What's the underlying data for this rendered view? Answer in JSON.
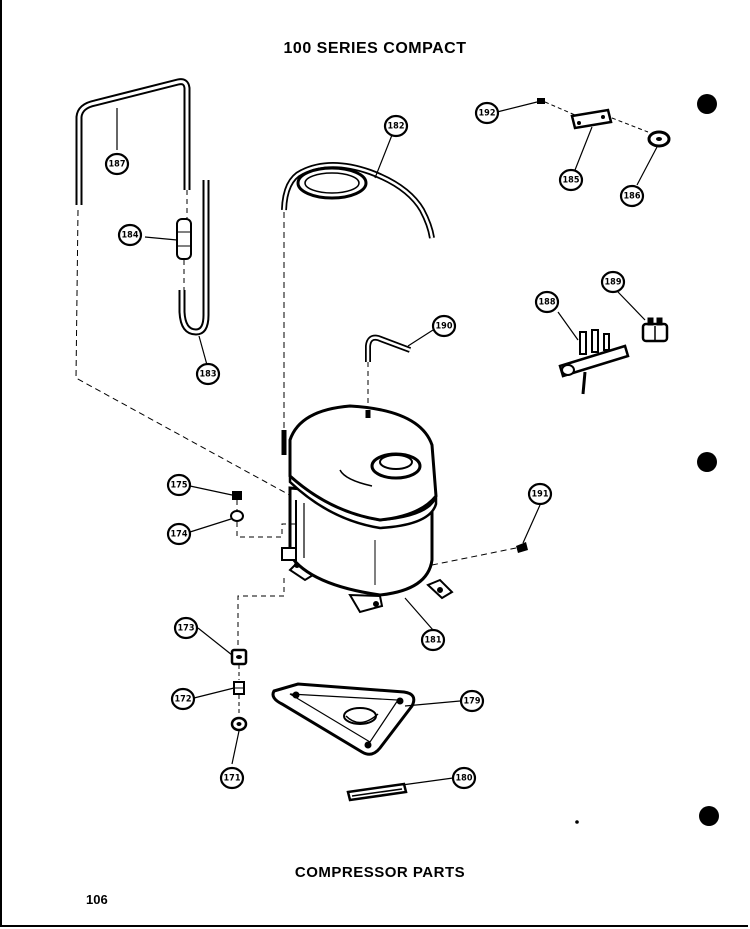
{
  "header": {
    "title": "100 SERIES COMPACT"
  },
  "footer": {
    "caption": "COMPRESSOR PARTS",
    "page_number": "106"
  },
  "callouts": [
    {
      "key": "187",
      "label": "187"
    },
    {
      "key": "184",
      "label": "184"
    },
    {
      "key": "183",
      "label": "183"
    },
    {
      "key": "182",
      "label": "182"
    },
    {
      "key": "192",
      "label": "192"
    },
    {
      "key": "185",
      "label": "185"
    },
    {
      "key": "186",
      "label": "186"
    },
    {
      "key": "188",
      "label": "188"
    },
    {
      "key": "189",
      "label": "189"
    },
    {
      "key": "190",
      "label": "190"
    },
    {
      "key": "175",
      "label": "175"
    },
    {
      "key": "174",
      "label": "174"
    },
    {
      "key": "191",
      "label": "191"
    },
    {
      "key": "181",
      "label": "181"
    },
    {
      "key": "173",
      "label": "173"
    },
    {
      "key": "172",
      "label": "172"
    },
    {
      "key": "179",
      "label": "179"
    },
    {
      "key": "171",
      "label": "171"
    },
    {
      "key": "180",
      "label": "180"
    }
  ]
}
